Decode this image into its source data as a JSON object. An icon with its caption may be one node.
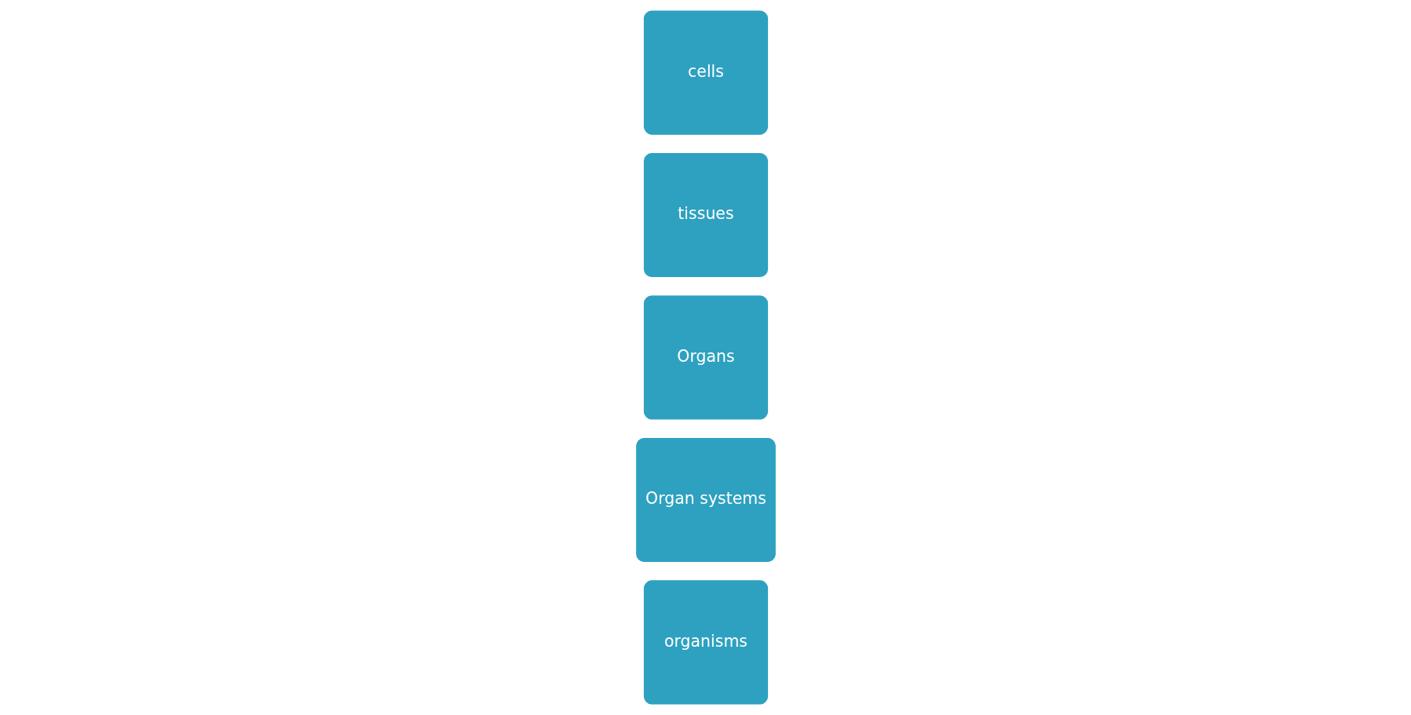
{
  "diagram": {
    "nodes": [
      {
        "text": [
          "cells"
        ]
      },
      {
        "text": [
          "tissues"
        ]
      },
      {
        "text": [
          "Organs"
        ]
      },
      {
        "text": [
          "Organ systems"
        ]
      },
      {
        "text": [
          "organisms"
        ]
      }
    ]
  }
}
